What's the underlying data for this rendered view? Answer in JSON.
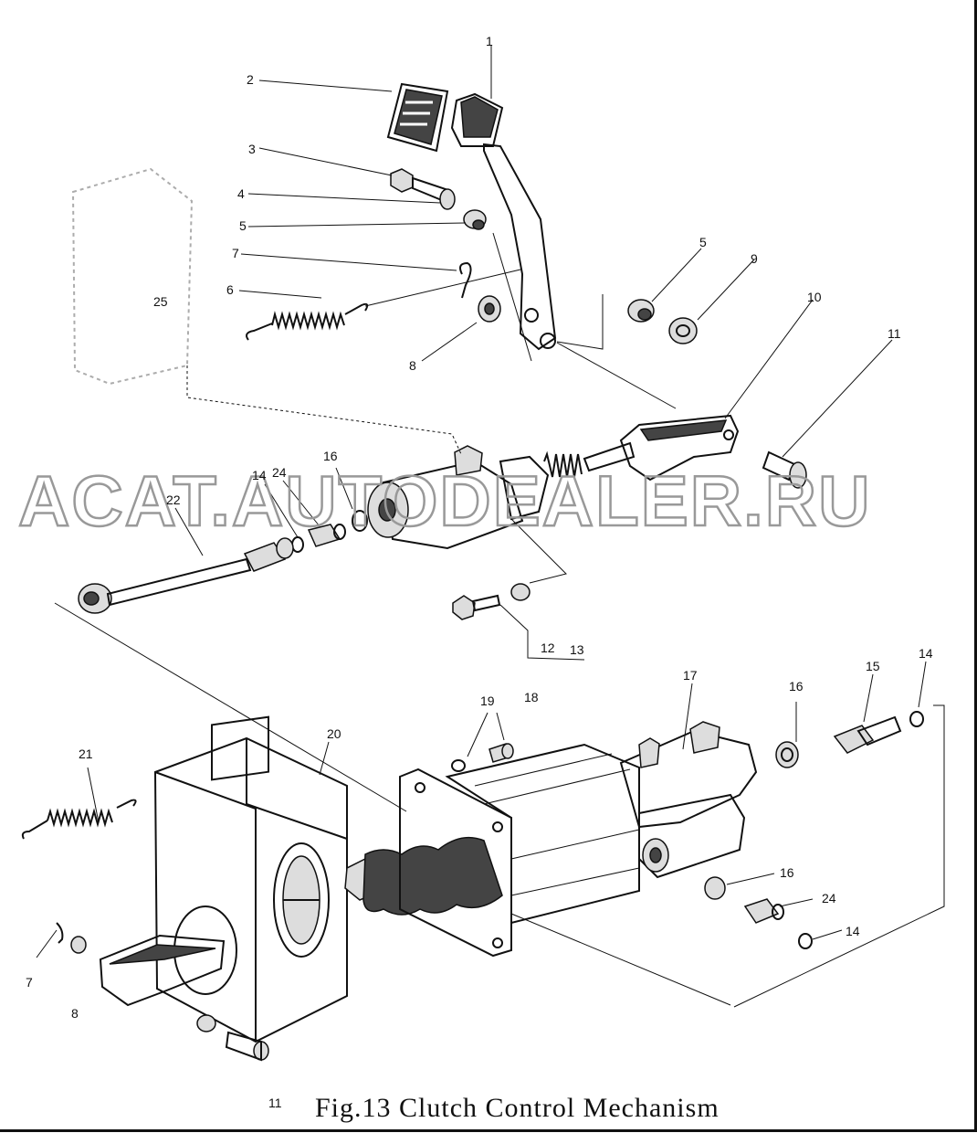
{
  "caption": "Fig.13   Clutch Control Mechanism",
  "watermark": "ACAT.AUTODEALER.RU",
  "callouts": [
    {
      "id": "c1",
      "text": "1"
    },
    {
      "id": "c2",
      "text": "2"
    },
    {
      "id": "c3",
      "text": "3"
    },
    {
      "id": "c4",
      "text": "4"
    },
    {
      "id": "c5a",
      "text": "5"
    },
    {
      "id": "c5b",
      "text": "5"
    },
    {
      "id": "c6",
      "text": "6"
    },
    {
      "id": "c7a",
      "text": "7"
    },
    {
      "id": "c8a",
      "text": "8"
    },
    {
      "id": "c9",
      "text": "9"
    },
    {
      "id": "c10",
      "text": "10"
    },
    {
      "id": "c11a",
      "text": "11"
    },
    {
      "id": "c25",
      "text": "25"
    },
    {
      "id": "c16a",
      "text": "16"
    },
    {
      "id": "c14a",
      "text": "14"
    },
    {
      "id": "c24a",
      "text": "24"
    },
    {
      "id": "c22",
      "text": "22"
    },
    {
      "id": "c12",
      "text": "12"
    },
    {
      "id": "c13",
      "text": "13"
    },
    {
      "id": "c17",
      "text": "17"
    },
    {
      "id": "c16b",
      "text": "16"
    },
    {
      "id": "c15",
      "text": "15"
    },
    {
      "id": "c14b",
      "text": "14"
    },
    {
      "id": "c19",
      "text": "19"
    },
    {
      "id": "c18",
      "text": "18"
    },
    {
      "id": "c20",
      "text": "20"
    },
    {
      "id": "c21",
      "text": "21"
    },
    {
      "id": "c16c",
      "text": "16"
    },
    {
      "id": "c24b",
      "text": "24"
    },
    {
      "id": "c14c",
      "text": "14"
    },
    {
      "id": "c7b",
      "text": "7"
    },
    {
      "id": "c8b",
      "text": "8"
    },
    {
      "id": "c11b",
      "text": "11"
    }
  ]
}
